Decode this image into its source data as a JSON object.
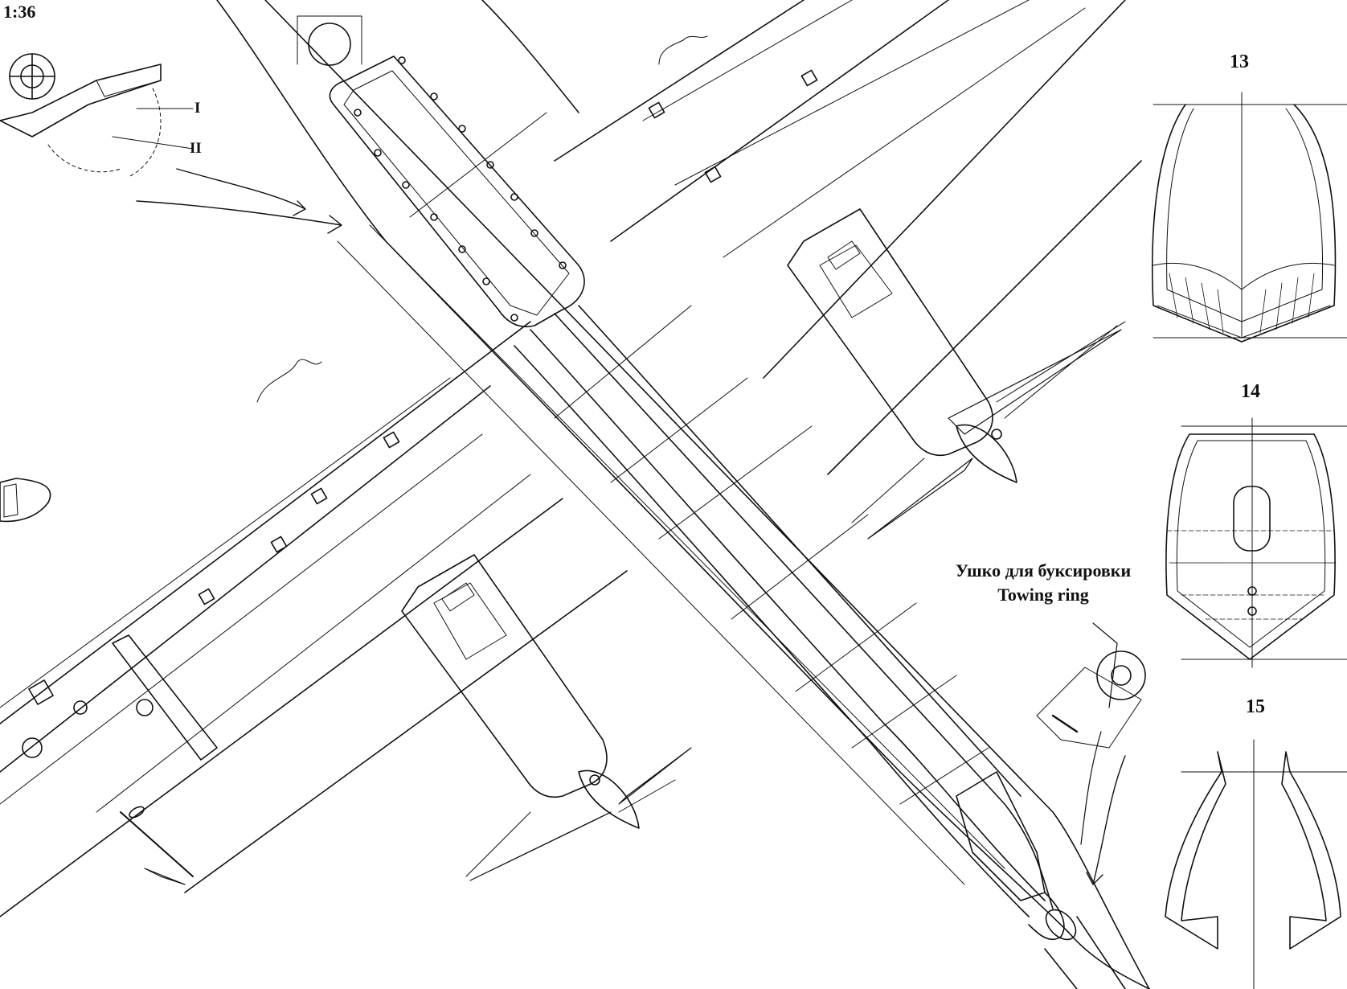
{
  "scale_label": "1:36",
  "detail_labels": [
    "I",
    "II"
  ],
  "section_labels": [
    "13",
    "14",
    "15"
  ],
  "callout": {
    "line_ru": "Ушко для буксировки",
    "line_en": "Towing ring"
  },
  "colors": {
    "ink": "#111111",
    "paper": "#ffffff"
  }
}
